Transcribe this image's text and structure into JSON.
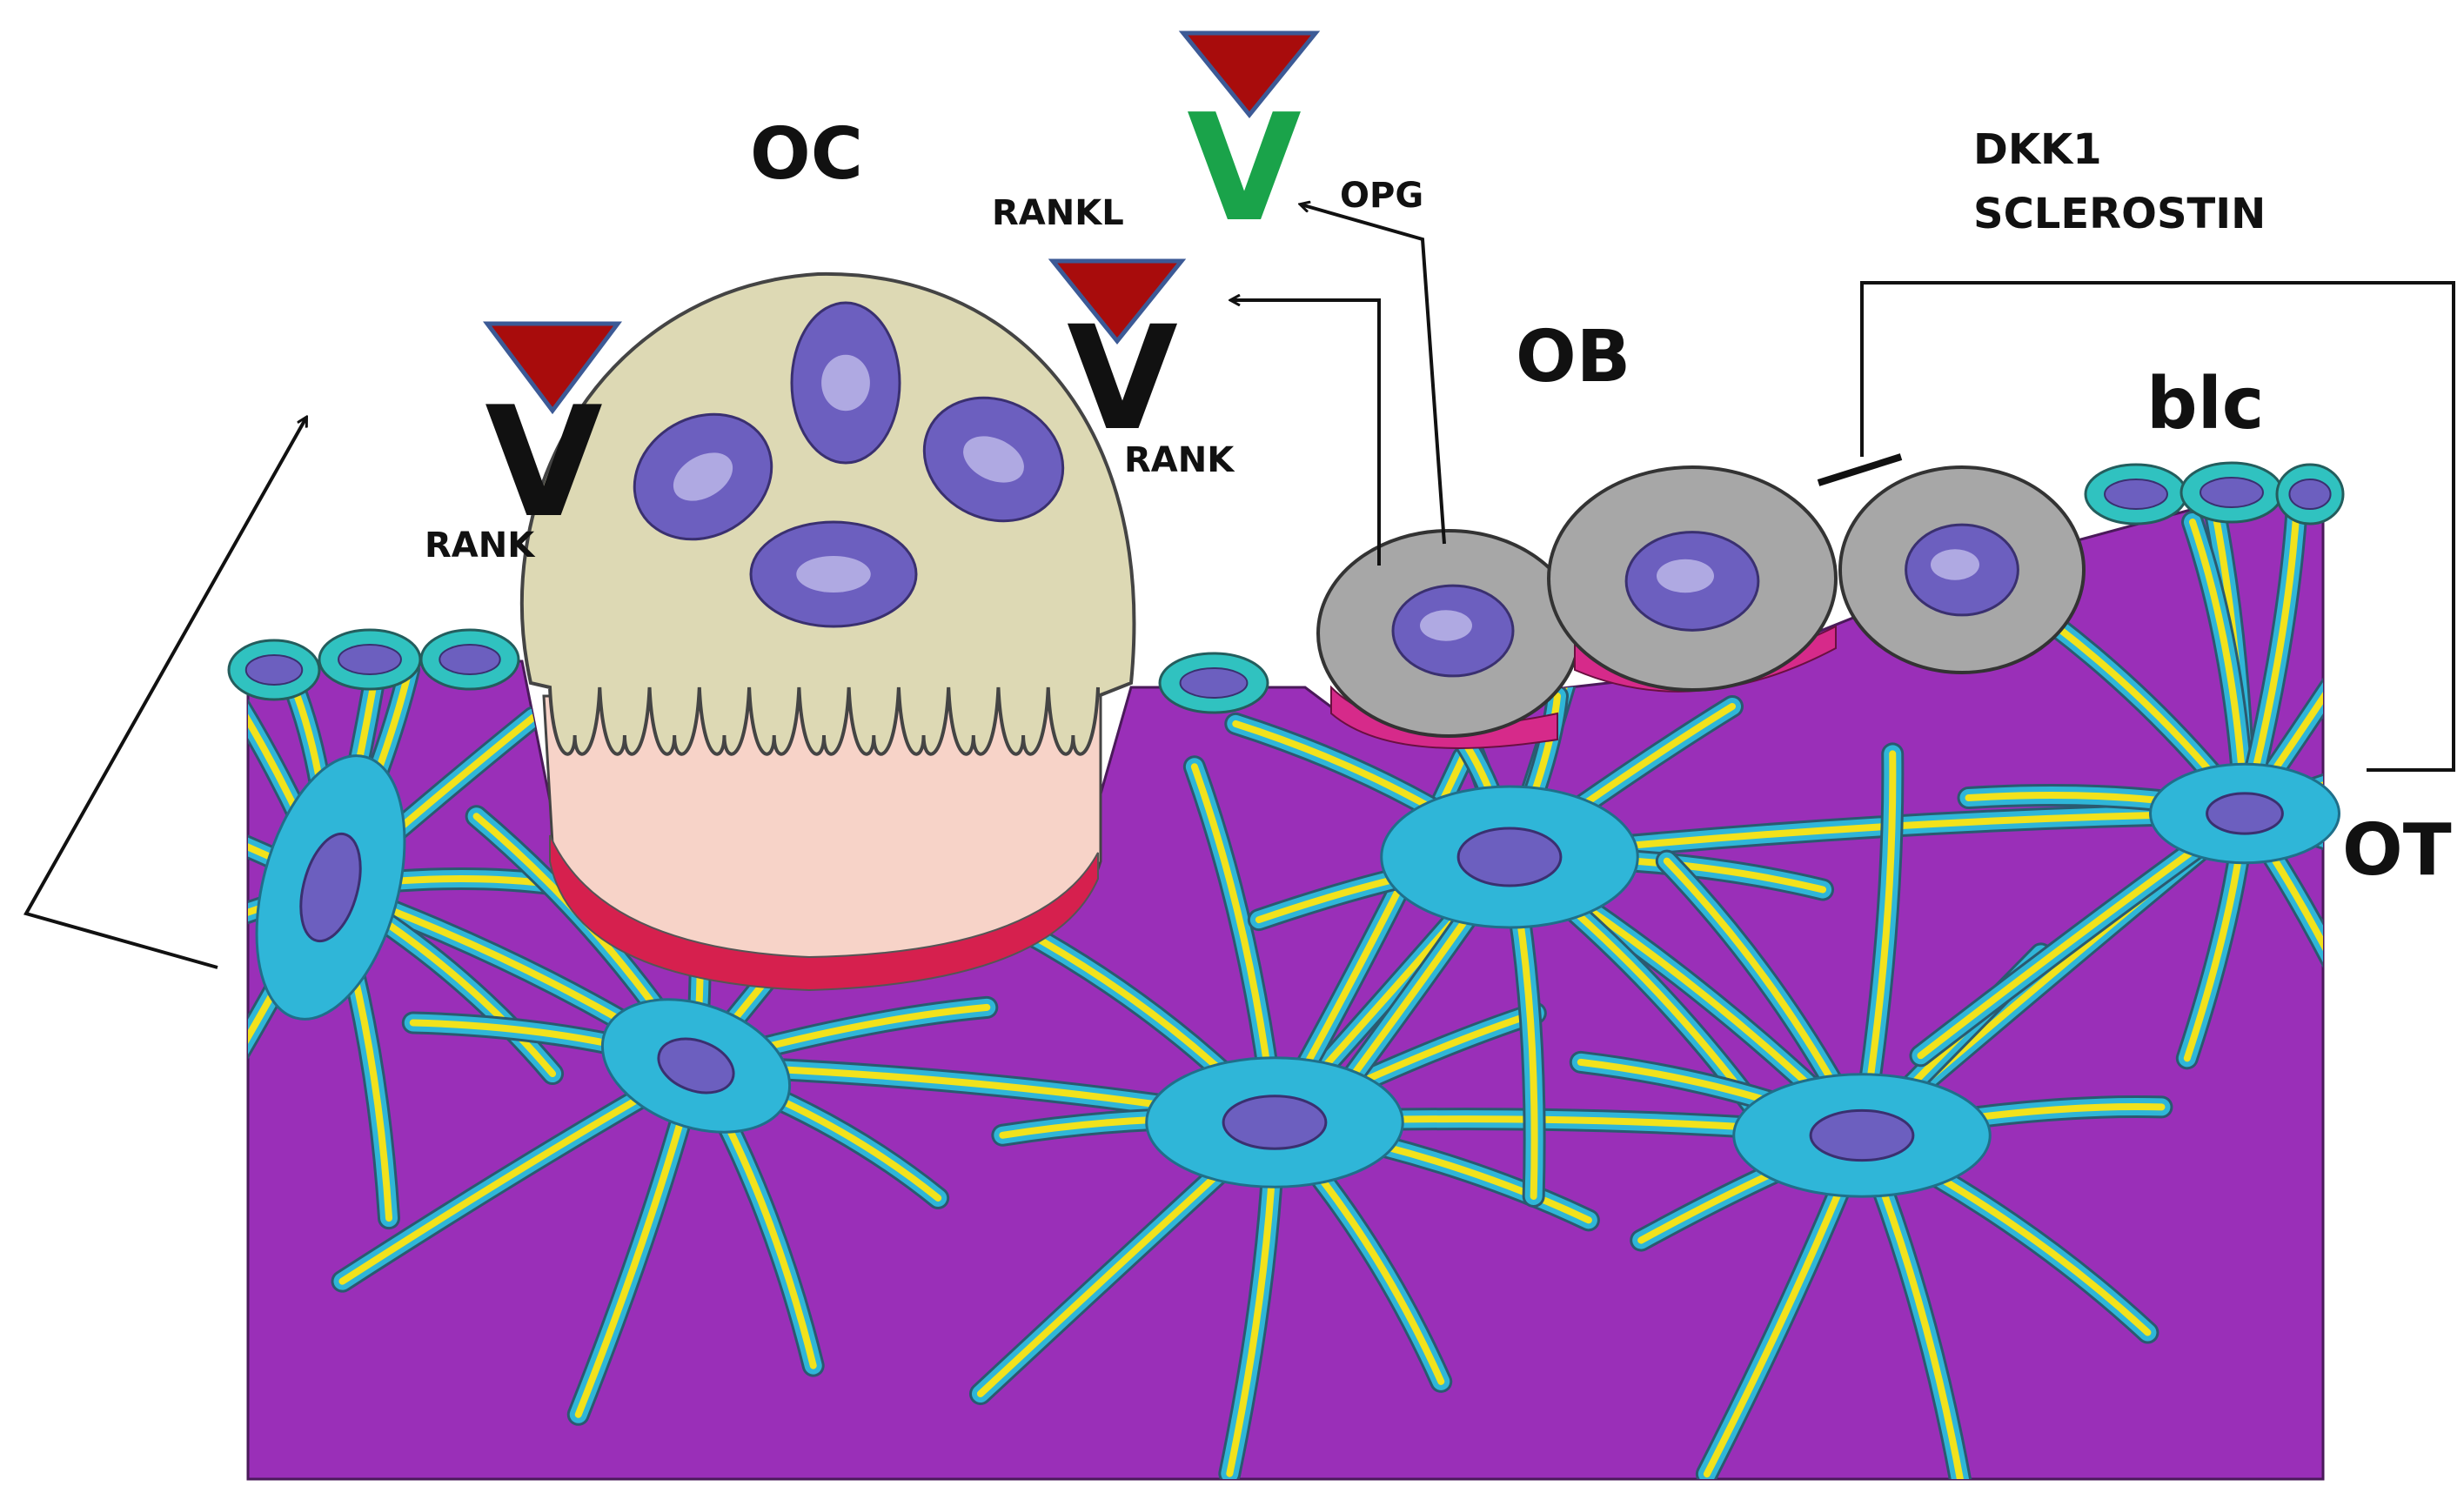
{
  "labels": {
    "oc": "OC",
    "ob": "OB",
    "blc": "blc",
    "ot": "OT",
    "rankl": "RANKL",
    "opg": "OPG",
    "rank_left": "RANK",
    "rank_right": "RANK",
    "dkk1": "DKK1",
    "sclerostin": "SCLEROSTIN",
    "v_left": "V",
    "v_right": "V",
    "v_center": "V"
  },
  "colors": {
    "bone_matrix": "#9a2fb8",
    "osteocyte": "#2fb6d8",
    "canaliculi": "#f2e21c",
    "nucleus": "#6c5fbf",
    "osteoclast": "#ddd9b4",
    "resorption_zone": "#f7d3c8",
    "resorption_edge": "#d6204e",
    "osteoblast": "#a7a7a7",
    "osteoid": "#d62a8a",
    "lining_cell": "#30c2c0",
    "triangle": "#a80c0c",
    "triangle_border": "#3c5a96",
    "v_black": "#111111",
    "v_green": "#1aa34a"
  },
  "icons": [
    "down-triangle-icon",
    "arrow-icon",
    "inhibition-bar-icon"
  ]
}
